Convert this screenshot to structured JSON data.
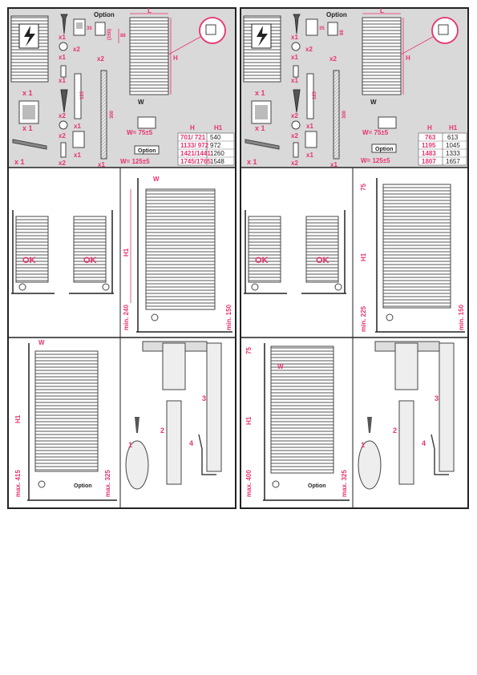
{
  "qty": {
    "x1": "x 1",
    "x2": "x 2",
    "x1b": "x1",
    "x2b": "x2"
  },
  "option": "Option",
  "dims": {
    "L": "L",
    "H": "H",
    "W": "W",
    "H1": "H1",
    "d35": "35",
    "d150": "(150)",
    "d88": "88",
    "d125": "125",
    "d300": "300",
    "w_small": "W= 75±5",
    "w_large": "W= 125±5"
  },
  "left": {
    "table_header": [
      "H",
      "H1"
    ],
    "table_rows": [
      [
        "701/ 721",
        "540"
      ],
      [
        "1133/ 972",
        "972"
      ],
      [
        "1421/1441",
        "1260"
      ],
      [
        "1745/1765",
        "1548"
      ]
    ],
    "min_bottom": "min. 240",
    "min_right": "min. 150",
    "max_bottom": "max. 415",
    "max_right": "max. 325"
  },
  "right": {
    "table_header": [
      "H",
      "H1"
    ],
    "table_rows": [
      [
        "763",
        "613"
      ],
      [
        "1195",
        "1045"
      ],
      [
        "1483",
        "1333"
      ],
      [
        "1807",
        "1657"
      ]
    ],
    "top_offset": "75",
    "min_bottom": "min. 225",
    "min_right": "min. 150",
    "max_bottom": "max. 400",
    "max_right": "max. 325"
  },
  "ok": "OK",
  "steps": [
    "1",
    "2",
    "3",
    "4"
  ],
  "colors": {
    "accent": "#e8336e",
    "panel_bg": "#d9d9d9",
    "line": "#333333"
  }
}
